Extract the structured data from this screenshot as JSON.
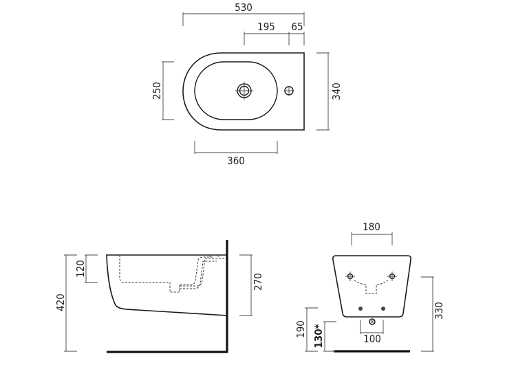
{
  "top_view": {
    "overall_length": "530",
    "tap_to_edge": "195",
    "rim_to_tap": "65",
    "bowl_width": "250",
    "overall_width": "340",
    "bowl_length": "360"
  },
  "side_view": {
    "height_floor_to_rim": "420",
    "bowl_depth": "120",
    "wall_height": "270"
  },
  "front_view": {
    "bolt_spacing": "180",
    "drain_spacing": "100",
    "fixing_height": "330",
    "waste_height": "190",
    "inlet_height": "130*"
  }
}
